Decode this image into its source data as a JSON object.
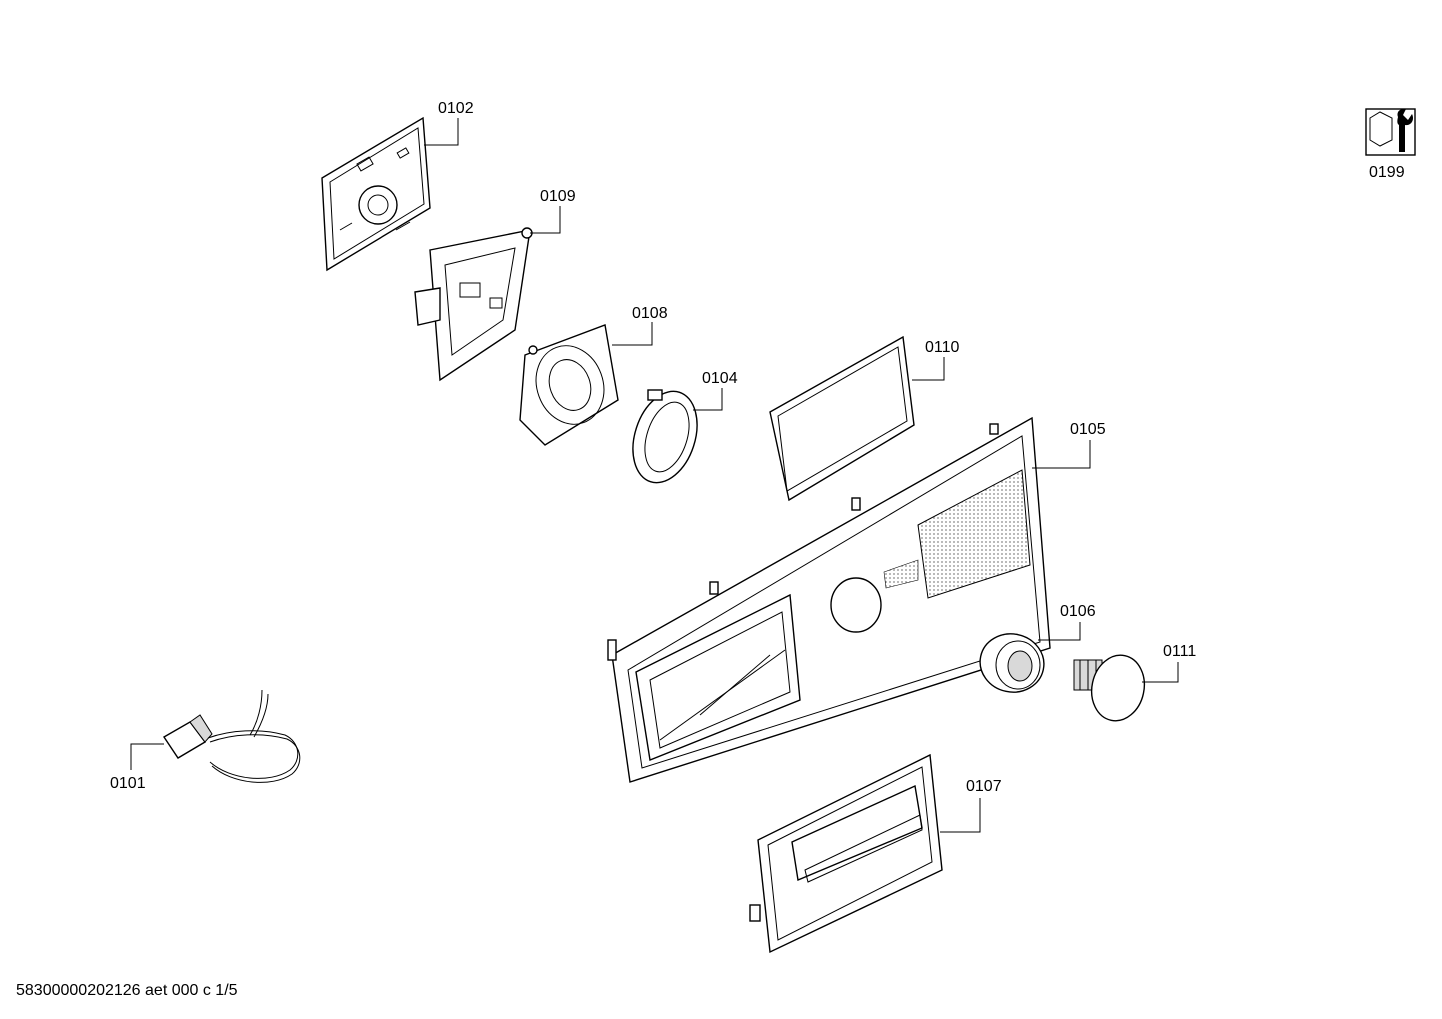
{
  "parts": [
    {
      "id": "p0101",
      "label": "0101"
    },
    {
      "id": "p0102",
      "label": "0102"
    },
    {
      "id": "p0104",
      "label": "0104"
    },
    {
      "id": "p0105",
      "label": "0105"
    },
    {
      "id": "p0106",
      "label": "0106"
    },
    {
      "id": "p0107",
      "label": "0107"
    },
    {
      "id": "p0108",
      "label": "0108"
    },
    {
      "id": "p0109",
      "label": "0109"
    },
    {
      "id": "p0110",
      "label": "0110"
    },
    {
      "id": "p0111",
      "label": "0111"
    },
    {
      "id": "p0199",
      "label": "0199"
    }
  ],
  "footer": "58300000202126 aet 000 c 1/5",
  "icons": {
    "service_kit": "wrench-icon"
  }
}
